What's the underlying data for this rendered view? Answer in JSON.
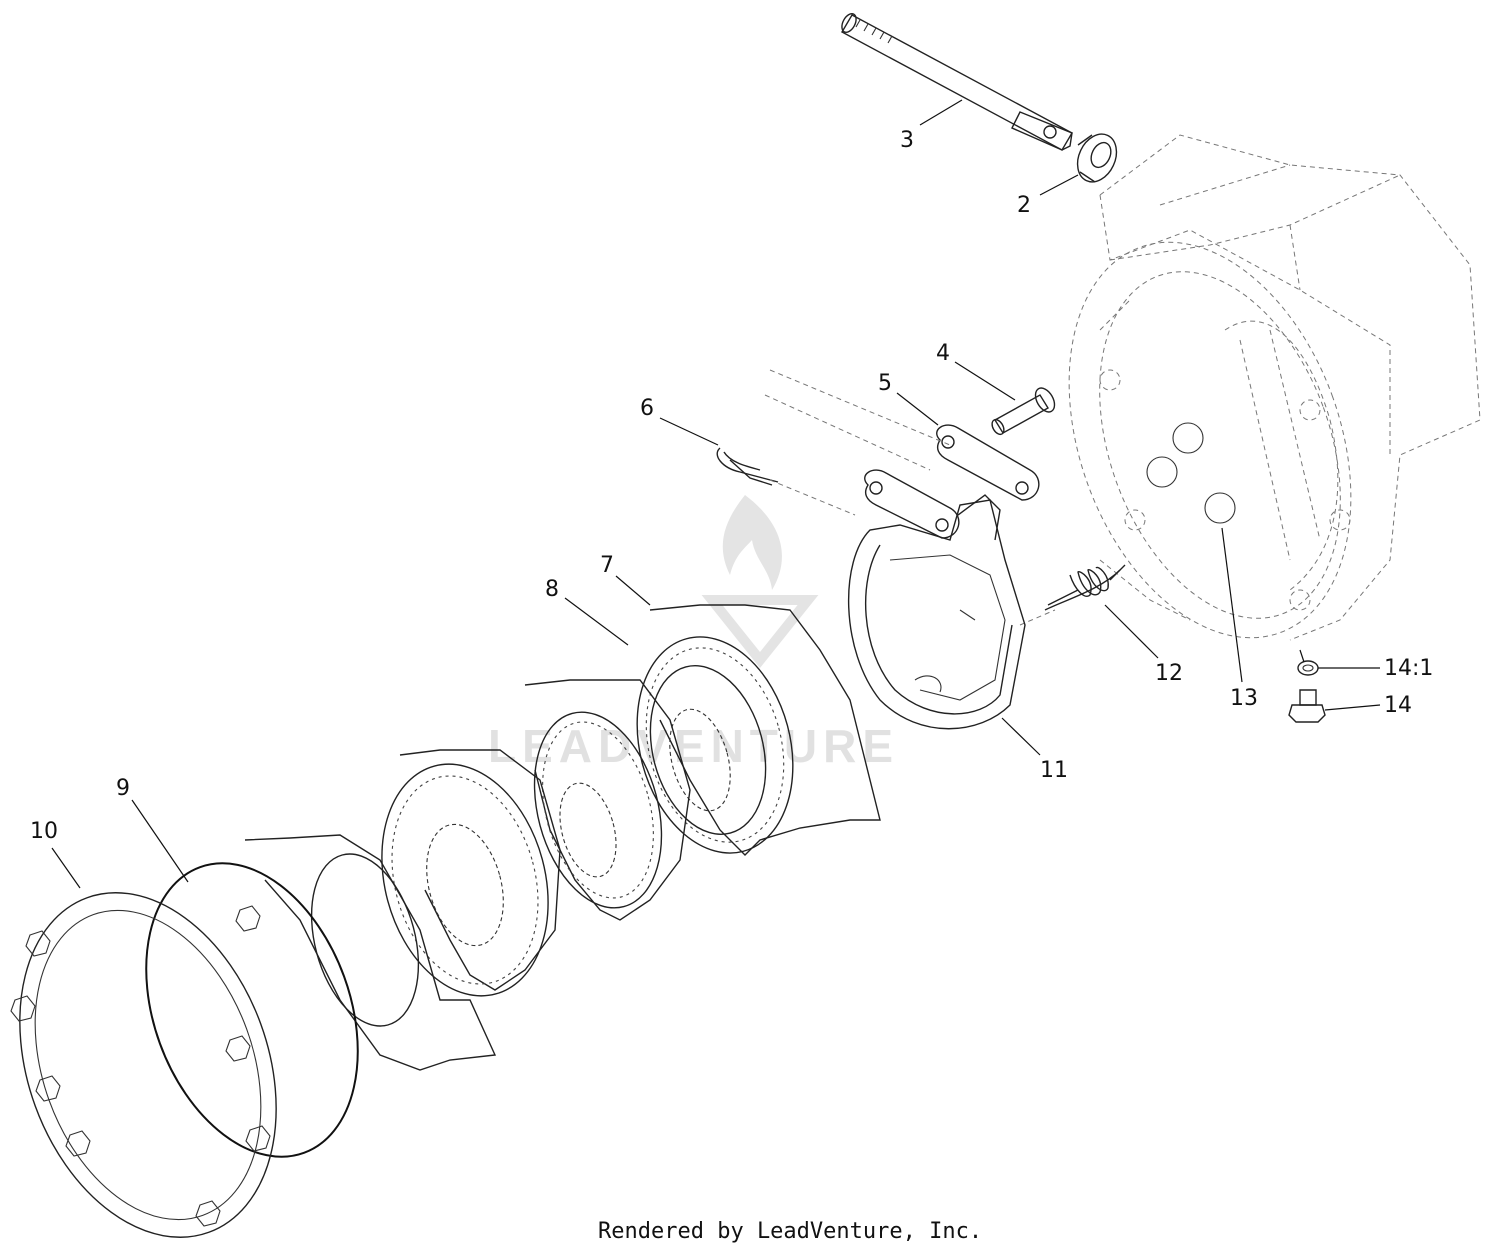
{
  "diagram": {
    "callouts": [
      {
        "id": "3",
        "label": "3"
      },
      {
        "id": "2",
        "label": "2"
      },
      {
        "id": "4",
        "label": "4"
      },
      {
        "id": "5",
        "label": "5"
      },
      {
        "id": "6",
        "label": "6"
      },
      {
        "id": "7",
        "label": "7"
      },
      {
        "id": "8",
        "label": "8"
      },
      {
        "id": "9",
        "label": "9"
      },
      {
        "id": "10",
        "label": "10"
      },
      {
        "id": "11",
        "label": "11"
      },
      {
        "id": "12",
        "label": "12"
      },
      {
        "id": "13",
        "label": "13"
      },
      {
        "id": "14_1",
        "label": "14:1"
      },
      {
        "id": "14",
        "label": "14"
      }
    ],
    "footer": "Rendered by LeadVenture, Inc.",
    "watermark": "LEADVENTURE"
  }
}
